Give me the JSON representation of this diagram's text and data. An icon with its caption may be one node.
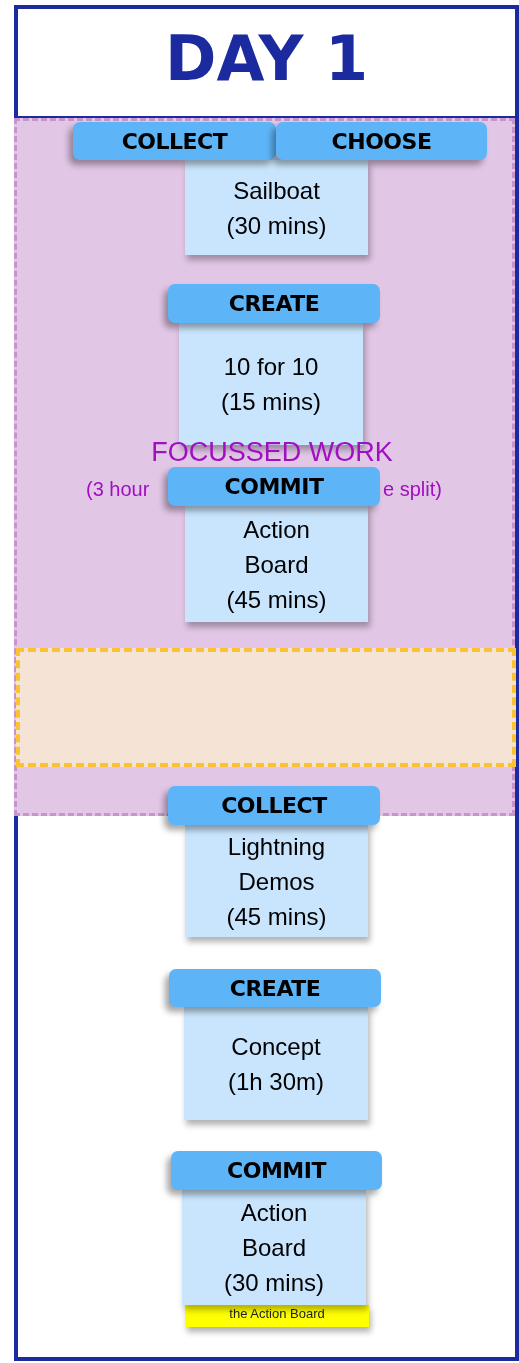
{
  "diagram": {
    "nodes": [
      {
        "text": [
          "DAY 1"
        ]
      },
      {
        "text": [
          "FOCUSSED WORK",
          "(3 hour",
          "e split)"
        ],
        "in": 0
      },
      {
        "text": [
          "COLLECT"
        ],
        "in": 1
      },
      {
        "text": [
          "CHOOSE"
        ],
        "in": 1
      },
      {
        "text": [
          "Sailboat",
          "(30 mins)"
        ],
        "in": 1
      },
      {
        "text": [
          "CREATE"
        ],
        "in": 1
      },
      {
        "text": [
          "10 for 10",
          "(15 mins)"
        ],
        "in": 1
      },
      {
        "text": [
          "COMMIT"
        ],
        "in": 1
      },
      {
        "text": [
          "Action Board",
          "(45 mins)"
        ],
        "in": 1
      },
      {
        "text": [],
        "shape": "box",
        "in": 1
      },
      {
        "text": [
          "COLLECT"
        ],
        "in": 0
      },
      {
        "text": [
          "Lightning Demos",
          "(45 mins)"
        ],
        "in": 0
      },
      {
        "text": [
          "CREATE"
        ],
        "in": 0
      },
      {
        "text": [
          "Concept",
          "(1h 30m)"
        ],
        "in": 0
      },
      {
        "text": [
          "COMMIT"
        ],
        "in": 0
      },
      {
        "text": [
          "the Action Board"
        ],
        "in": 0
      },
      {
        "text": [
          "Action Board",
          "(30 mins)"
        ],
        "in": 0
      }
    ]
  }
}
